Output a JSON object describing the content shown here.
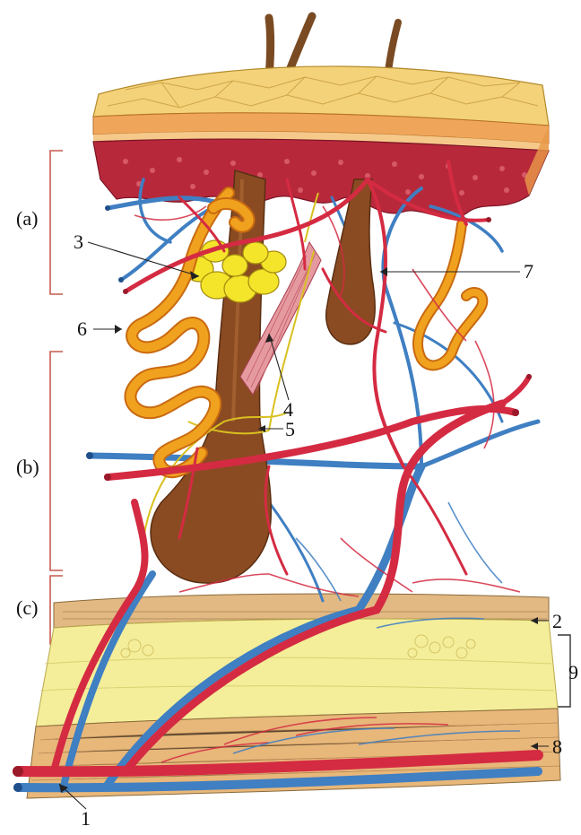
{
  "figure": {
    "region_labels": {
      "a": "(a)",
      "b": "(b)",
      "c": "(c)"
    },
    "callouts": {
      "n1": "1",
      "n2": "2",
      "n3": "3",
      "n4": "4",
      "n5": "5",
      "n6": "6",
      "n7": "7",
      "n8": "8",
      "n9": "9"
    },
    "colors": {
      "artery": "#d42b42",
      "vein": "#3f7fc2",
      "epidermis_surface": "#f3d27a",
      "dermis_papillary": "#b8283b",
      "hair_follicle": "#8a4b22",
      "sweat_gland": "#f0a21f",
      "sebaceous_gland": "#f5e52a",
      "subcutaneous_fat": "#f4ee9a",
      "fascia_layer": "#e2b883",
      "bracket": "#c75a4f"
    }
  }
}
